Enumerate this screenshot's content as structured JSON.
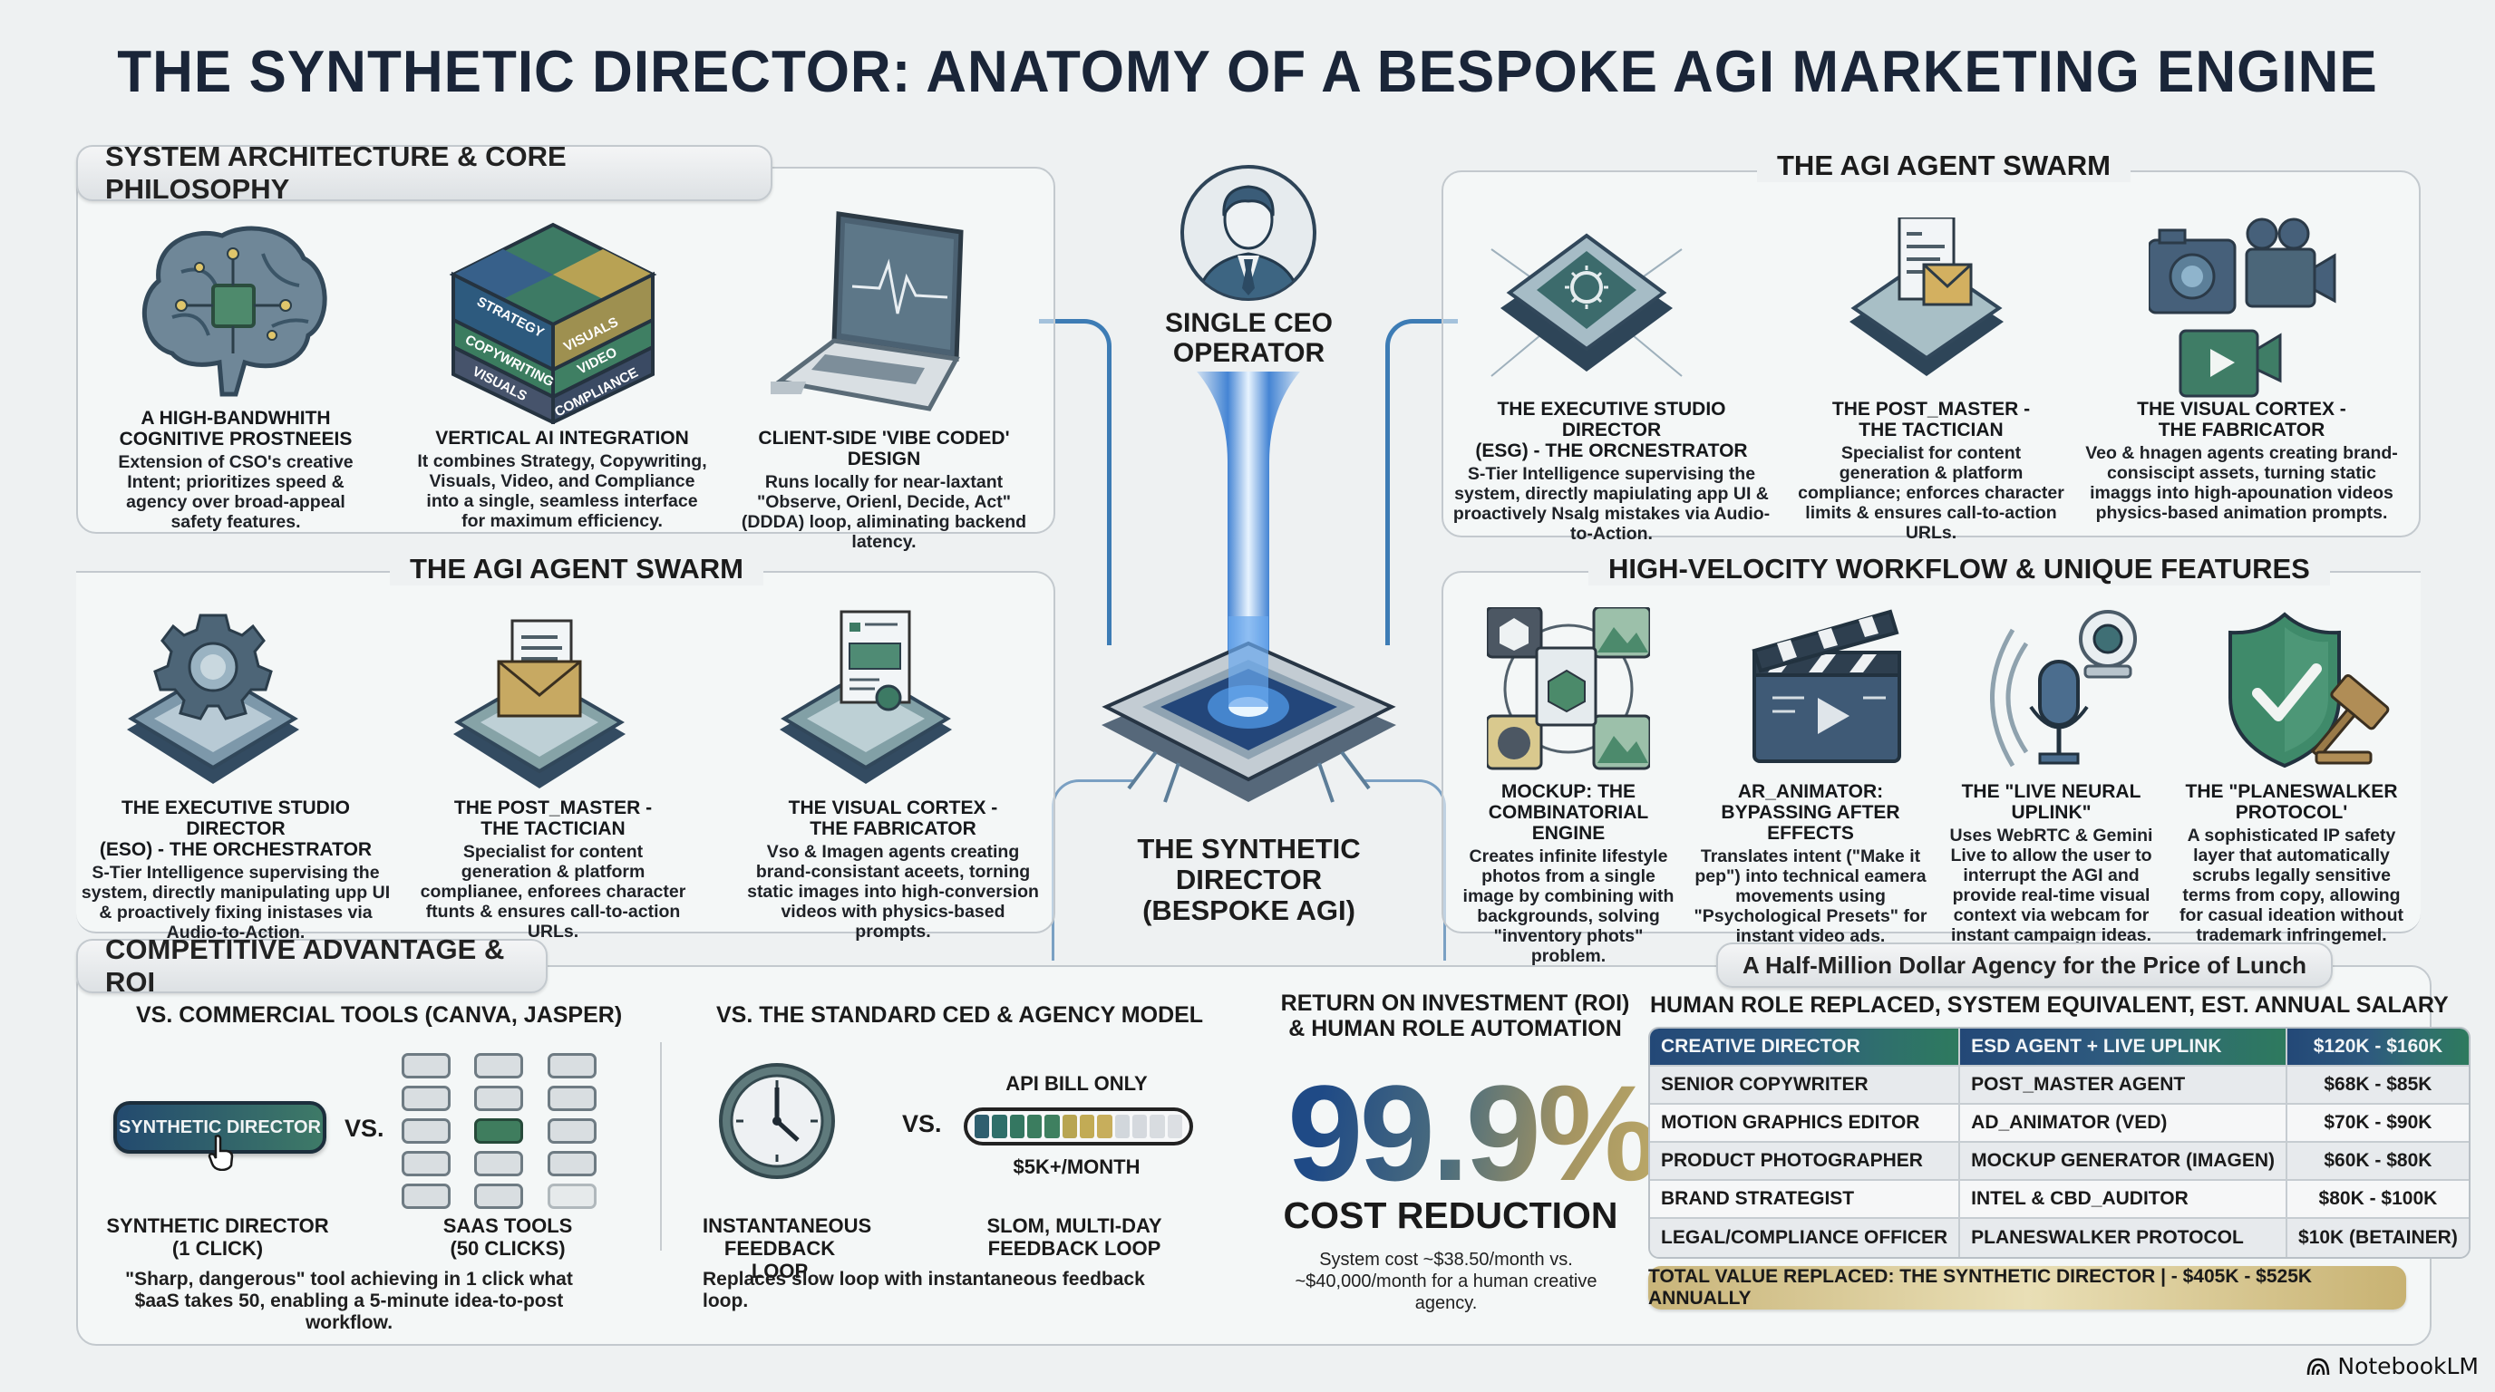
{
  "title": "THE SYNTHETIC DIRECTOR: ANATOMY OF A BESPOKE AGI MARKETING ENGINE",
  "architecture": {
    "header": "SYSTEM ARCHITECTURE & CORE PHILOSOPHY",
    "items": [
      {
        "icon": "brain-chip-icon",
        "title_1": "A HIGH-BANDWHITH",
        "title_2": "COGNITIVE PROSTNEEIS",
        "desc": "Extension of CSO's creative Intent; prioritizes speed & agency over broad-appeal safety features."
      },
      {
        "icon": "stacked-cube-icon",
        "title_1": "VERTICAL AI INTEGRATION",
        "title_2": "",
        "desc": "It combines Strategy, Copywriting, Visuals, Video, and Compliance into a single, seamless interface for maximum efficiency.",
        "cube_labels": [
          "STRATEGY",
          "VISUALS",
          "COPYWRITING",
          "VIDEO",
          "VISUALS",
          "COMPLIANCE"
        ]
      },
      {
        "icon": "laptop-pulse-icon",
        "title_1": "CLIENT-SIDE 'VIBE CODED' DESIGN",
        "title_2": "",
        "desc": "Runs locally for near-laxtant \"Observe, Orienl, Decide, Act\" (DDDA) loop, aliminating backend latency."
      }
    ]
  },
  "swarm_left": {
    "header": "THE AGI AGENT SWARM",
    "items": [
      {
        "icon": "gear-chip-icon",
        "title_1": "THE EXECUTIVE STUDIO DIRECTOR",
        "title_2": "(ESO) - THE ORCHESTRATOR",
        "desc": "S-Tier Intelligence supervising the system, directly manipulating upp UI & proactively fixing inistases via Audio-to-Action."
      },
      {
        "icon": "envelope-chip-icon",
        "title_1": "THE POST_MASTER -",
        "title_2": "THE TACTICIAN",
        "desc": "Specialist for content generation & platform complianee, enforees character ftunts & ensures call-to-action URLs."
      },
      {
        "icon": "document-chip-icon",
        "title_1": "THE VISUAL CORTEX -",
        "title_2": "THE FABRICATOR",
        "desc": "Vso & Imagen agents creating brand-consistant aceets, torning static images into high-conversion videos with physics-based prompts."
      }
    ]
  },
  "swarm_right": {
    "header": "THE AGI AGENT SWARM",
    "items": [
      {
        "icon": "sun-chip-icon",
        "title_1": "THE EXECUTIVE STUDIO DIRECTOR",
        "title_2": "(ESG) - THE ORCNESTRATOR",
        "desc": "S-Tier Intelligence supervising the system, directly mapiulating app UI & proactively Nsalg mistakes via Audio-to-Action."
      },
      {
        "icon": "mail-document-chip-icon",
        "title_1": "THE POST_MASTER -",
        "title_2": "THE TACTICIAN",
        "desc": "Specialist for content generation & platform compliance; enforces character limits & ensures call-to-action URLs."
      },
      {
        "icon": "camera-video-icon",
        "title_1": "THE VISUAL CORTEX -",
        "title_2": "THE FABRICATOR",
        "desc": "Veo & hnagen agents creating brand-consiscipt assets, turning static imaggs into high-apounation videos physics-based animation prompts."
      }
    ]
  },
  "center": {
    "operator_label_1": "SINGLE CEO",
    "operator_label_2": "OPERATOR",
    "core_label_1": "THE SYNTHETIC",
    "core_label_2": "DIRECTOR",
    "core_label_3": "(BESPOKE AGI)"
  },
  "workflow": {
    "header": "HIGH-VELOCITY WORKFLOW & UNIQUE FEATURES",
    "items": [
      {
        "icon": "combinatorial-images-icon",
        "title_1": "MOCKUP: THE",
        "title_2": "COMBINATORIAL ENGINE",
        "desc": "Creates infinite lifestyle photos from a single image by combining with backgrounds, solving \"inventory phots\" problem."
      },
      {
        "icon": "clapperboard-icon",
        "title_1": "AR_ANIMATOR:",
        "title_2": "BYPASSING AFTER EFFECTS",
        "desc": "Translates intent (\"Make it pep\") into technical eamera movements using \"Psychological Presets\" for instant video ads."
      },
      {
        "icon": "microphone-webcam-icon",
        "title_1": "THE \"LIVE NEURAL",
        "title_2": "UPLINK\"",
        "desc": "Uses WebRTC & Gemini Live to allow the user to interrupt the AGI and provide real-time visual context via webcam for instant campaign ideas."
      },
      {
        "icon": "shield-gavel-icon",
        "title_1": "THE \"PLANESWALKER",
        "title_2": "PROTOCOL'",
        "desc": "A sophisticated IP safety layer that automatically scrubs legally sensitive terms from copy, allowing for casual ideation without trademark infringemel."
      }
    ]
  },
  "competitive": {
    "header": "COMPETITIVE ADVANTAGE & ROI",
    "vs_tools": {
      "subheader": "VS. COMMERCIAL TOOLS (CANVA, JASPER)",
      "button_label": "SYNTHETIC DIRECTOR",
      "vs": "VS.",
      "left_label_1": "SYNTHETIC DIRECTOR",
      "left_label_2": "(1 CLICK)",
      "right_label_1": "SAAS TOOLS",
      "right_label_2": "(50 CLICKS)",
      "desc": "\"Sharp, dangerous\" tool achieving in 1 click what $aaS takes 50, enabling a 5-minute idea-to-post workflow."
    },
    "vs_agency": {
      "subheader": "VS. THE STANDARD CED & AGENCY MODEL",
      "vs": "VS.",
      "bill_label": "API BILL ONLY",
      "bill_amount": "$5K+/MONTH",
      "left_label_1": "INSTANTANEOUS",
      "left_label_2": "FEEDBACK LOOP",
      "right_label_1": "SLOM, MULTI-DAY",
      "right_label_2": "FEEDBACK LOOP",
      "desc": "Replaces slow loop with instantaneous feedback loop.",
      "bar_segments": [
        "#2f5f6f",
        "#2f6f6a",
        "#347761",
        "#3b7d5f",
        "#3f8060",
        "#b8a552",
        "#c2ab55",
        "#c7ae5c",
        "#d2d7dc",
        "#d5d9de",
        "#d8dce0",
        "#dcdfe3"
      ]
    },
    "roi": {
      "subheader_1": "RETURN ON INVESTMENT (ROI)",
      "subheader_2": "& HUMAN ROLE AUTOMATION",
      "big_value": "99.9%",
      "big_label": "COST REDUCTION",
      "desc": "System cost ~$38.50/month vs. ~$40,000/month for a human creative agency."
    }
  },
  "salary": {
    "banner": "A Half-Million Dollar Agency for the Price of Lunch",
    "header": "HUMAN ROLE REPLACED, SYSTEM EQUIVALENT, EST. ANNUAL SALARY",
    "rows": [
      {
        "role": "CREATIVE DIRECTOR",
        "system": "ESD AGENT + LIVE UPLINK",
        "salary": "$120K - $160K"
      },
      {
        "role": "SENIOR COPYWRITER",
        "system": "POST_MASTER AGENT",
        "salary": "$68K - $85K"
      },
      {
        "role": "MOTION GRAPHICS EDITOR",
        "system": "AD_ANIMATOR (VED)",
        "salary": "$70K - $90K"
      },
      {
        "role": "PRODUCT PHOTOGRAPHER",
        "system": "MOCKUP GENERATOR (IMAGEN)",
        "salary": "$60K - $80K"
      },
      {
        "role": "BRAND STRATEGIST",
        "system": "INTEL & CBD_AUDITOR",
        "salary": "$80K - $100K"
      },
      {
        "role": "LEGAL/COMPLIANCE OFFICER",
        "system": "PLANESWALKER PROTOCOL",
        "salary": "$10K (BETAINER)"
      }
    ],
    "total": "TOTAL VALUE REPLACED: THE SYNTHETIC DIRECTOR | - $405K - $525K ANNUALLY"
  },
  "branding": {
    "label": "NotebookLM"
  },
  "colors": {
    "navy": "#1a2538",
    "blue_wire": "#3d7cb5",
    "teal": "#2f7a6a",
    "gold": "#c9b57a",
    "slate": "#4a6272"
  }
}
